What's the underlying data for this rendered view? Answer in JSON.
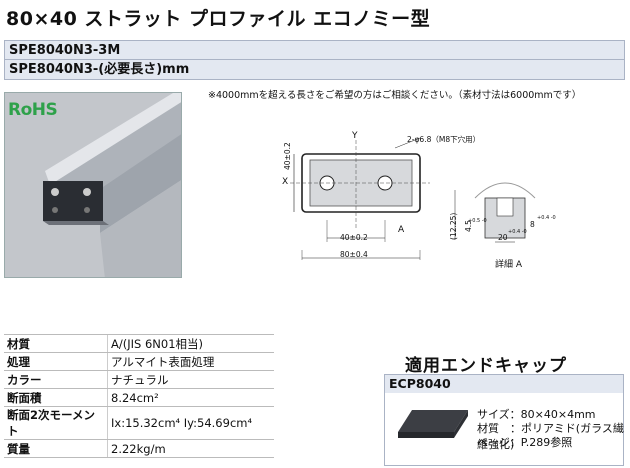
{
  "title": "80×40 ストラット プロファイル エコノミー型",
  "part_numbers": {
    "fixed": "SPE8040N3-3M",
    "custom": "SPE8040N3-(必要長さ)mm"
  },
  "note": "※4000mmを超える長さをご希望の方はご相談ください。（素材寸法は6000mmです）",
  "logo": "RoHS",
  "drawing": {
    "y_label": "Y",
    "x_label": "X",
    "hole_spec": "2-φ6.8（M8下穴用）",
    "height_dim": "40±0.2",
    "pitch_dim": "40±0.2",
    "width_dim": "80±0.4",
    "section_label": "A",
    "detail_title": "詳細 A",
    "detail_dims": {
      "slot_depth": "(12.25)",
      "wall": "4.5",
      "wall_tol": "+0.5 -0",
      "opening": "8",
      "opening_tol": "+0.4 -0",
      "neck": "20",
      "neck_tol": "+0.4 -0"
    }
  },
  "specs": [
    {
      "label": "材質",
      "value": "A/(JIS 6N01相当)"
    },
    {
      "label": "処理",
      "value": "アルマイト表面処理"
    },
    {
      "label": "カラー",
      "value": "ナチュラル"
    },
    {
      "label": "断面積",
      "value": "8.24cm²"
    },
    {
      "label": "断面2次モーメント",
      "value": "Ix:15.32cm⁴  Iy:54.69cm⁴"
    },
    {
      "label": "質量",
      "value": "2.22kg/m"
    }
  ],
  "endcap": {
    "heading": "適用エンドキャップ",
    "part": "ECP8040",
    "size": "サイズ：80×40×4mm",
    "material": "材質　：ポリアミド(ガラス繊維強化)",
    "page": "ページ：P.289参照"
  },
  "colors": {
    "header_bg": "#e3e8f1",
    "rohs_green": "#2ea14a",
    "profile_gray": "#c7c9cd"
  }
}
